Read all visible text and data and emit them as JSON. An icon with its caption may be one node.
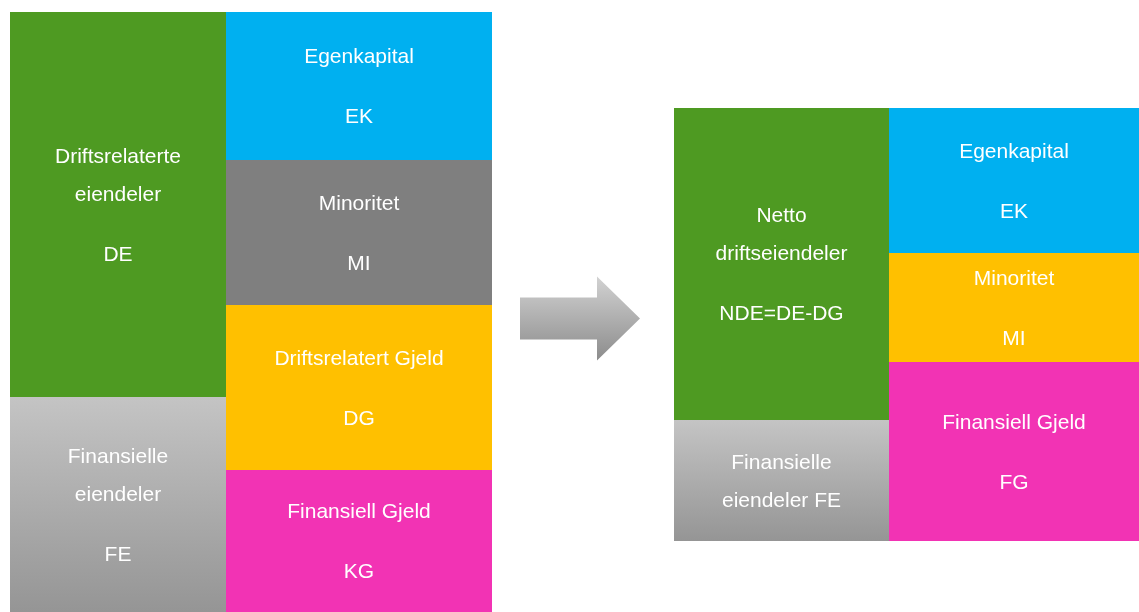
{
  "diagram": {
    "nodes": [
      {
        "text": [],
        "shape": "box"
      },
      {
        "text": [
          "Driftsrelaterte eiendeler",
          "DE"
        ],
        "in": 0
      },
      {
        "text": [
          "Egenkapital",
          "EK"
        ],
        "in": 0
      },
      {
        "text": [
          "Minoritet",
          "MI"
        ],
        "in": 0
      },
      {
        "text": [
          "Driftsrelatert Gjeld",
          "DG"
        ],
        "in": 0
      },
      {
        "text": [
          "Finansielle eiendeler",
          "FE"
        ],
        "in": 0
      },
      {
        "text": [
          "Finansiell Gjeld",
          "KG"
        ],
        "in": 0
      },
      {
        "text": [],
        "shape": "box"
      },
      {
        "text": [
          "Netto driftseiendeler",
          "NDE=DE-DG"
        ],
        "in": 7
      },
      {
        "text": [
          "Egenkapital",
          "EK"
        ],
        "in": 7
      },
      {
        "text": [
          "Minoritet",
          "MI"
        ],
        "in": 7
      },
      {
        "text": [
          "Finansiell Gjeld",
          "FG"
        ],
        "in": 7
      },
      {
        "text": [
          "Finansielle eiendeler FE"
        ],
        "in": 7
      }
    ],
    "edges": [
      {
        "from": 0,
        "to": 7,
        "arrow": "to"
      }
    ]
  }
}
